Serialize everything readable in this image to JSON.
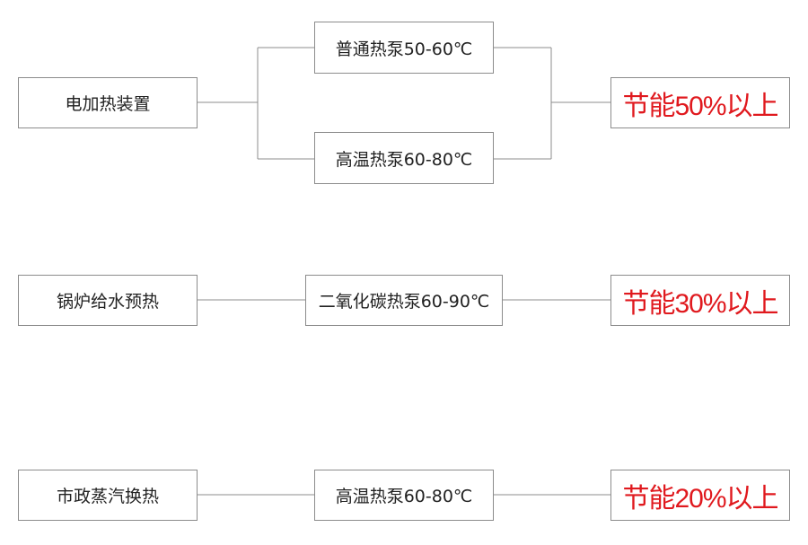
{
  "rows": [
    {
      "source": "电加热装置",
      "heat_pumps": [
        "普通热泵50-60℃",
        "高温热泵60-80℃"
      ],
      "result": "节能50%以上"
    },
    {
      "source": "锅炉给水预热",
      "heat_pumps": [
        "二氧化碳热泵60-90℃"
      ],
      "result": "节能30%以上"
    },
    {
      "source": "市政蒸汽换热",
      "heat_pumps": [
        "高温热泵60-80℃"
      ],
      "result": "节能20%以上"
    }
  ],
  "colors": {
    "result_text": "#e0191e",
    "border": "#8c8c8c"
  }
}
